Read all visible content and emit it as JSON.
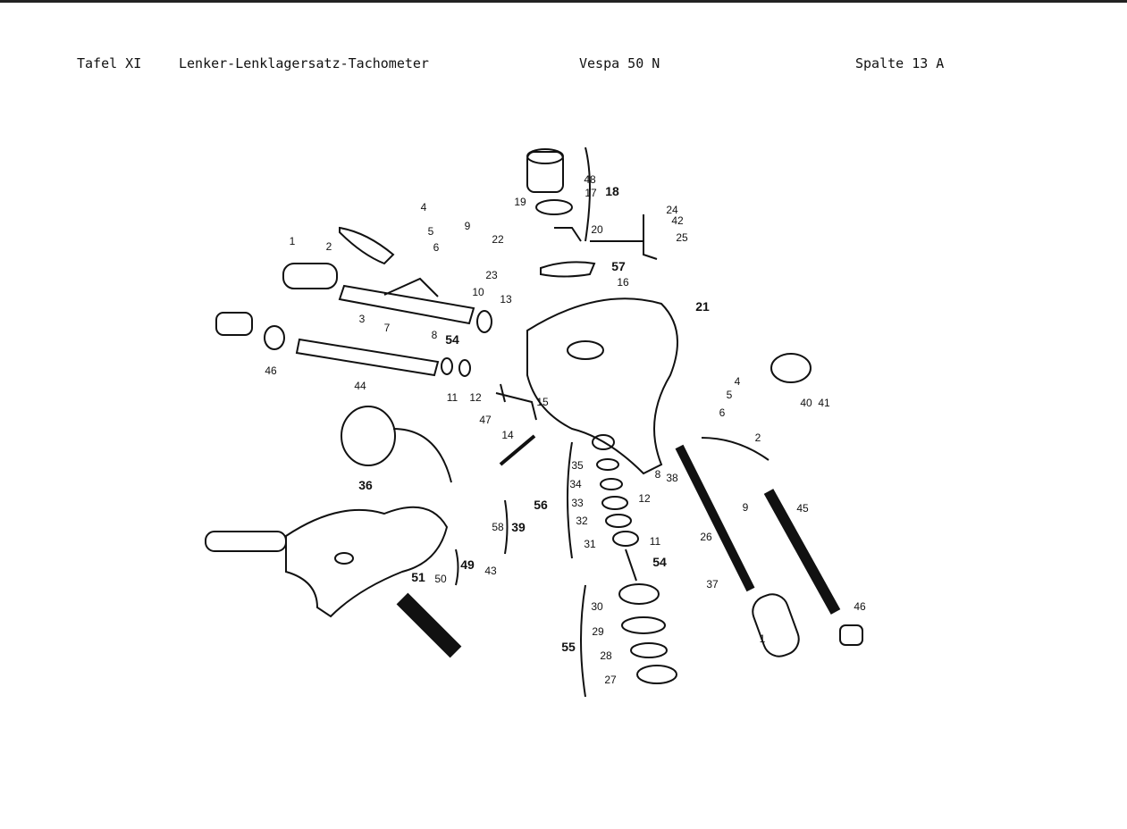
{
  "header": {
    "plate": "Tafel XI",
    "title": "Lenker-Lenklagersatz-Tachometer",
    "model": "Vespa 50 N",
    "column": "Spalte 13 A"
  },
  "part_labels": [
    "1",
    "2",
    "4",
    "5",
    "6",
    "9",
    "22",
    "23",
    "3",
    "10",
    "13",
    "57",
    "16",
    "21",
    "7",
    "8",
    "54",
    "46",
    "44",
    "11",
    "12",
    "47",
    "15",
    "14",
    "4",
    "5",
    "6",
    "40",
    "41",
    "2",
    "8",
    "38",
    "35",
    "34",
    "33",
    "56",
    "32",
    "31",
    "12",
    "11",
    "54",
    "9",
    "26",
    "45",
    "37",
    "36",
    "58",
    "39",
    "43",
    "49",
    "51",
    "50",
    "30",
    "29",
    "28",
    "55",
    "27",
    "1",
    "46",
    "18",
    "48",
    "17",
    "19",
    "20",
    "24",
    "42",
    "25"
  ]
}
